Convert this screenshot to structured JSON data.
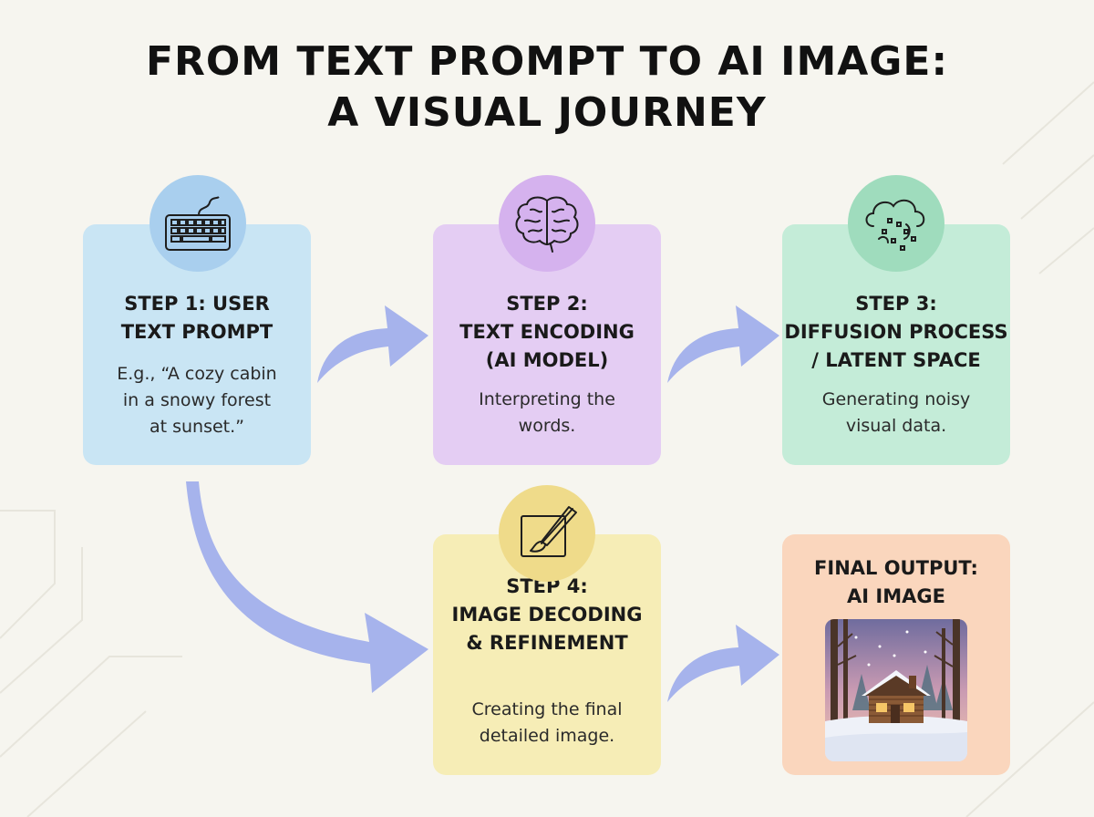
{
  "title": {
    "line1": "FROM TEXT PROMPT TO AI IMAGE:",
    "line2": "A VISUAL JOURNEY"
  },
  "steps": [
    {
      "step_line1": "STEP 1: USER",
      "step_line2": "TEXT PROMPT",
      "step_line3": "",
      "desc_line1": "E.g., “A cozy cabin",
      "desc_line2": "in a snowy forest",
      "desc_line3": "at sunset.”",
      "icon": "keyboard-icon",
      "color": "#c9e5f4"
    },
    {
      "step_line1": "STEP 2:",
      "step_line2": "TEXT ENCODING",
      "step_line3": "(AI MODEL)",
      "desc_line1": "Interpreting the",
      "desc_line2": "words.",
      "icon": "brain-icon",
      "color": "#e4cdf3"
    },
    {
      "step_line1": "STEP 3:",
      "step_line2": "DIFFUSION PROCESS",
      "step_line3": "/ LATENT SPACE",
      "desc_line1": "Generating noisy",
      "desc_line2": "visual data.",
      "icon": "cloud-noise-icon",
      "color": "#c4ecd8"
    },
    {
      "step_line1": "STEP 4:",
      "step_line2": "IMAGE DECODING",
      "step_line3": "& REFINEMENT",
      "desc_line1": "Creating the final",
      "desc_line2": "detailed image.",
      "icon": "paintbrush-canvas-icon",
      "color": "#f6edb6"
    }
  ],
  "final": {
    "line1": "FINAL OUTPUT:",
    "line2": "AI IMAGE",
    "icon": "snowy-cabin-image",
    "color": "#fad6bd"
  },
  "colors": {
    "arrow": "#a6b3ec",
    "background": "#f6f5ef"
  }
}
